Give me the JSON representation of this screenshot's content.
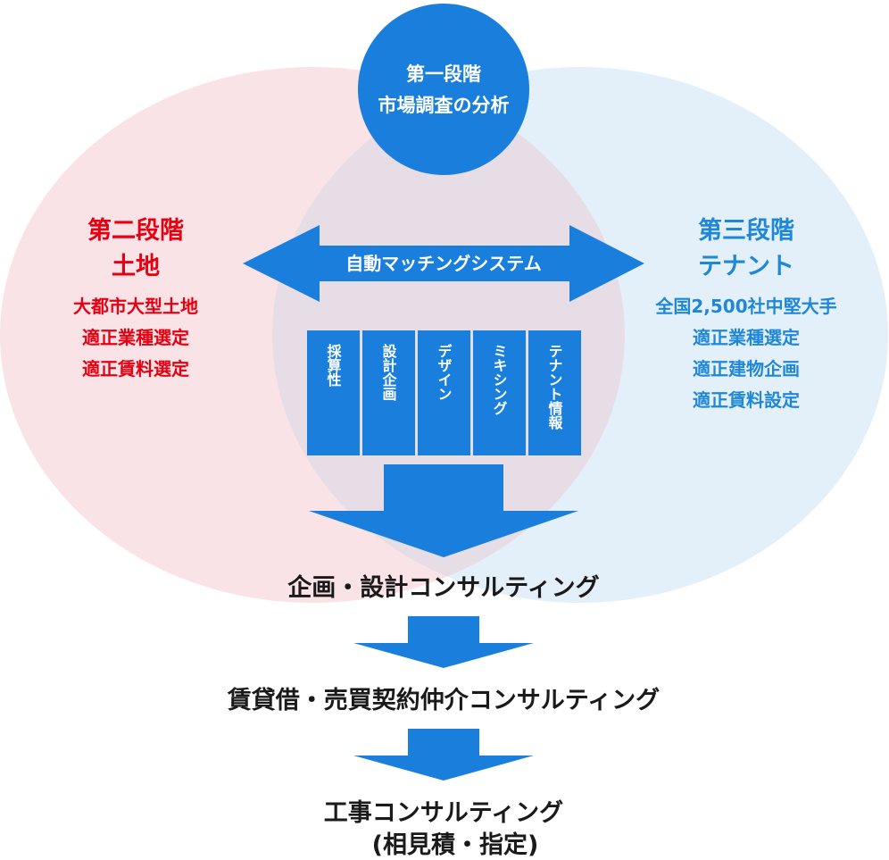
{
  "colors": {
    "pink_fill": "#f9e3e6",
    "light_blue_fill": "#e3f0fa",
    "overlap_fill": "#e7dde6",
    "blue": "#1a7fdc",
    "red": "#e60012",
    "blue_text": "#1f87d8",
    "dark_text": "#1a1a1a"
  },
  "stage1": {
    "title": "第一段階",
    "subtitle": "市場調査の分析"
  },
  "stage2": {
    "title": "第二段階",
    "subtitle": "土地",
    "items": [
      "大都市大型土地",
      "適正業種選定",
      "適正賃料選定"
    ]
  },
  "stage3": {
    "title": "第三段階",
    "subtitle": "テナント",
    "items": [
      "全国2,500社中堅大手",
      "適正業種選定",
      "適正建物企画",
      "適正賃料設定"
    ]
  },
  "matching_system": "自動マッチングシステム",
  "columns": [
    "採算性",
    "設計企画",
    "デザイン",
    "ミキシング",
    "テナント情報"
  ],
  "results": {
    "step1": "企画・設計コンサルティング",
    "step2": "賃貸借・売買契約仲介コンサルティング",
    "step3_line1": "工事コンサルティング",
    "step3_line2": "(相見積・指定)"
  }
}
